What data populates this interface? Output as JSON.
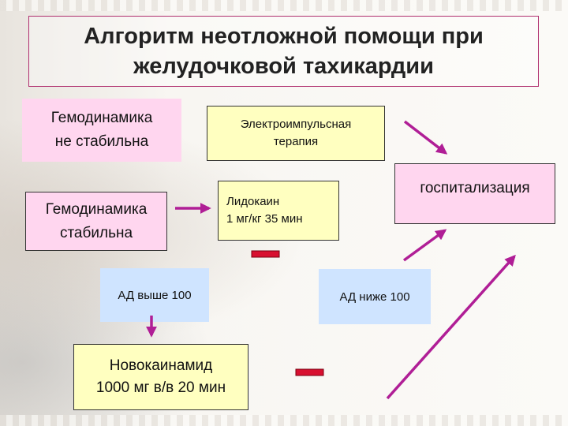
{
  "title": "Алгоритм неотложной помощи при\nжелудочковой тахикардии",
  "boxes": {
    "unstable": "Гемодинамика\nне стабильна",
    "electro": "Электроимпульсная\nтерапия",
    "stable": "Гемодинамика\nстабильна",
    "lidocaine": "Лидокаин\n1 мг/кг 35 мин",
    "hospital": "госпитализация",
    "bp_high": "АД выше 100",
    "bp_low": "АД ниже 100",
    "novocainamide": "Новокаинамид\n1000 мг в/в 20 мин"
  },
  "colors": {
    "arrow": "#b01e96",
    "minus": "#d81030",
    "yellow": "#ffffc0",
    "pink": "#ffd6ef",
    "blue": "#cfe4ff",
    "frame": "#b0306f"
  }
}
